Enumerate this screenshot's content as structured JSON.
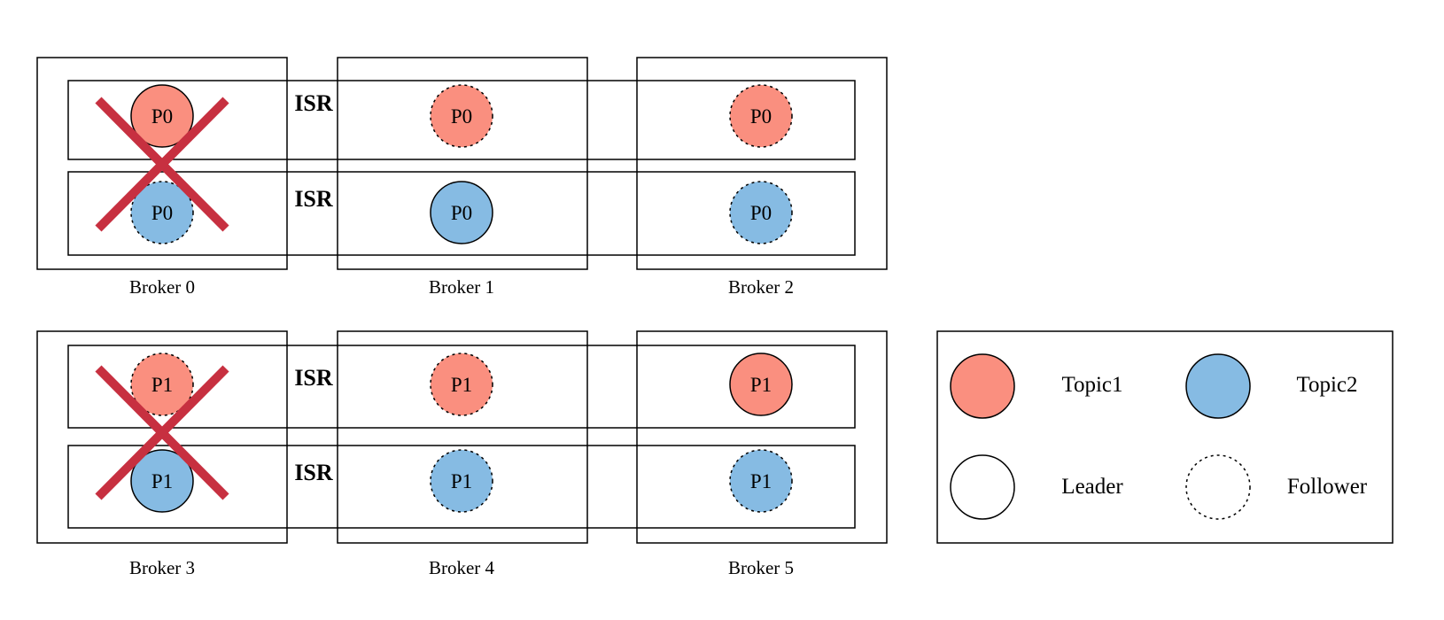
{
  "colors": {
    "topic1": "#FA8F7F",
    "topic2": "#86BBE3",
    "failure_mark": "#C73040",
    "stroke": "#000000",
    "background": "#FFFFFF"
  },
  "isr_label": "ISR",
  "clusters": [
    {
      "brokers": [
        "Broker 0",
        "Broker 1",
        "Broker 2"
      ],
      "failed_broker_index": 0,
      "rows": [
        {
          "topic": "topic1",
          "isr": "ISR",
          "replicas": [
            {
              "label": "P0",
              "role": "leader"
            },
            {
              "label": "P0",
              "role": "follower"
            },
            {
              "label": "P0",
              "role": "follower"
            }
          ]
        },
        {
          "topic": "topic2",
          "isr": "ISR",
          "replicas": [
            {
              "label": "P0",
              "role": "follower"
            },
            {
              "label": "P0",
              "role": "leader"
            },
            {
              "label": "P0",
              "role": "follower"
            }
          ]
        }
      ]
    },
    {
      "brokers": [
        "Broker 3",
        "Broker 4",
        "Broker 5"
      ],
      "failed_broker_index": 0,
      "rows": [
        {
          "topic": "topic1",
          "isr": "ISR",
          "replicas": [
            {
              "label": "P1",
              "role": "follower"
            },
            {
              "label": "P1",
              "role": "follower"
            },
            {
              "label": "P1",
              "role": "leader"
            }
          ]
        },
        {
          "topic": "topic2",
          "isr": "ISR",
          "replicas": [
            {
              "label": "P1",
              "role": "leader"
            },
            {
              "label": "P1",
              "role": "follower"
            },
            {
              "label": "P1",
              "role": "follower"
            }
          ]
        }
      ]
    }
  ],
  "legend": {
    "topic1": "Topic1",
    "topic2": "Topic2",
    "leader": "Leader",
    "follower": "Follower"
  }
}
